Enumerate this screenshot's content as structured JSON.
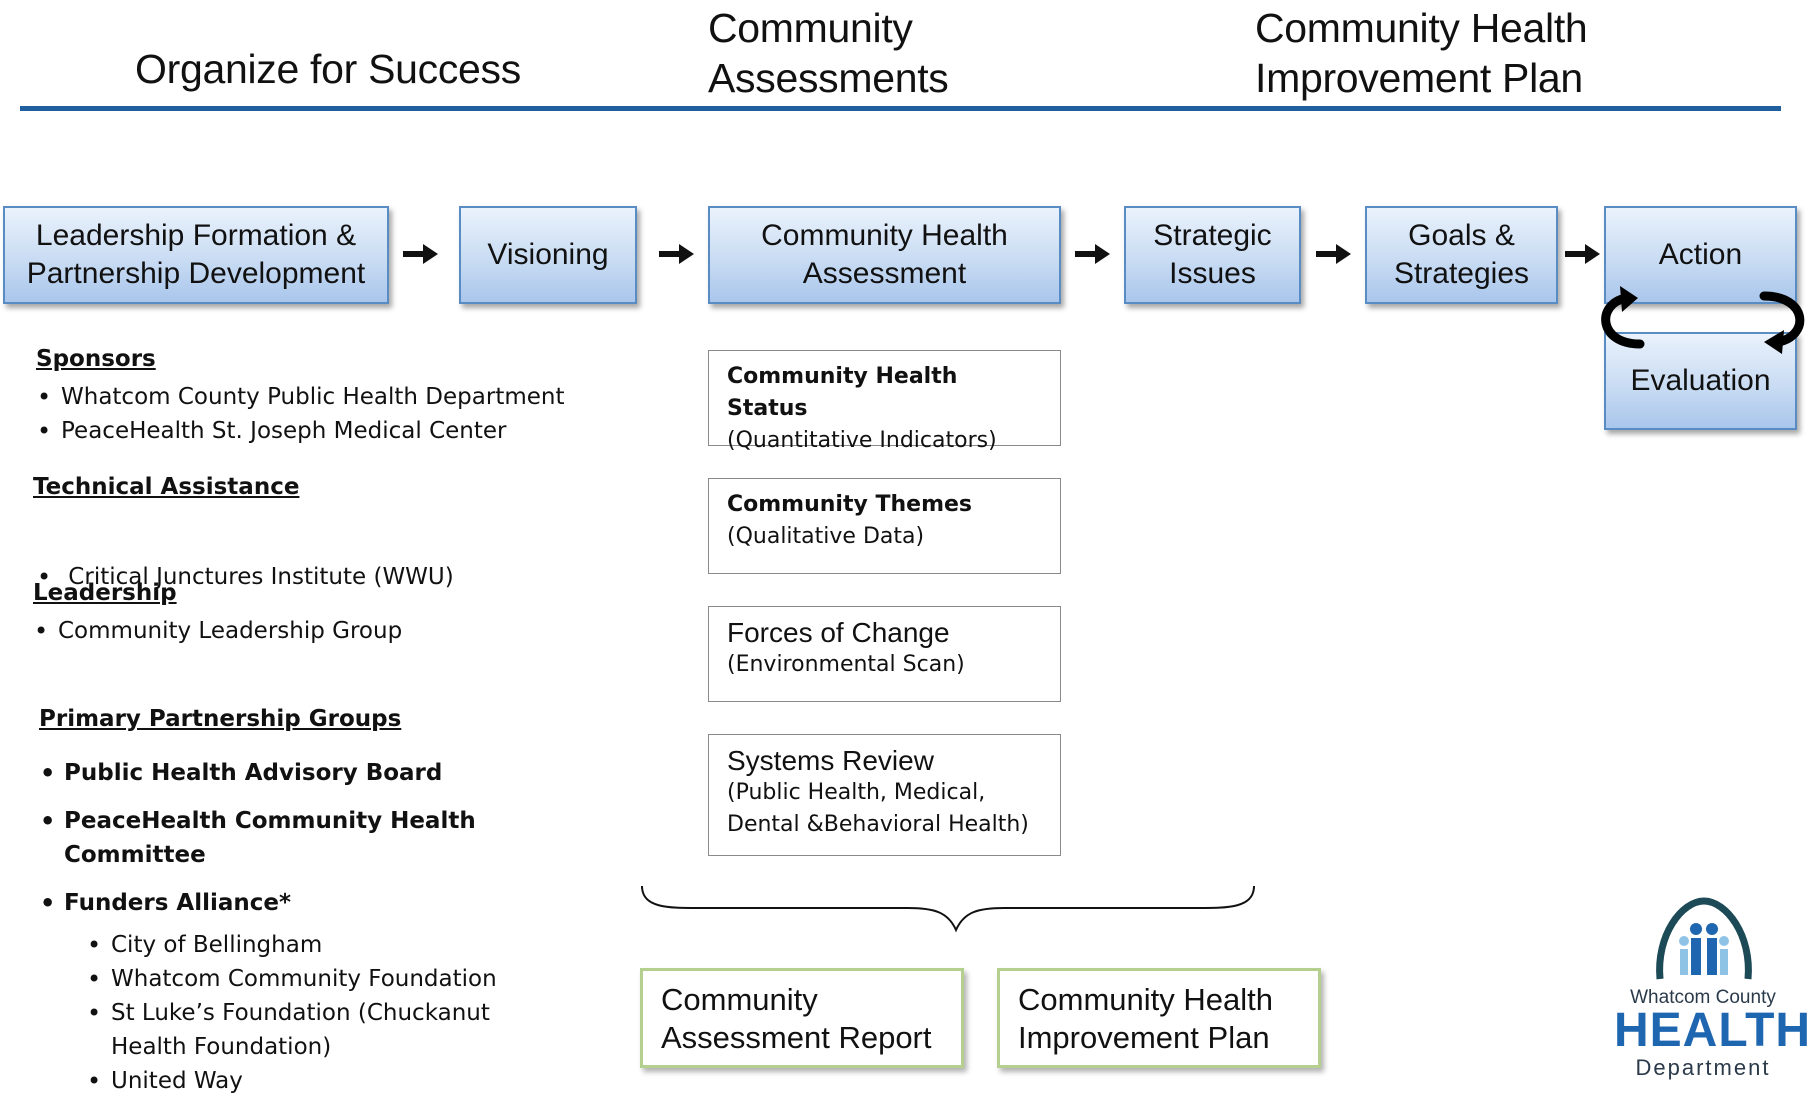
{
  "header": {
    "phase1": "Organize for Success",
    "phase2": "Community\nAssessments",
    "phase3": "Community  Health\nImprovement Plan"
  },
  "steps": {
    "leadership": "Leadership Formation  &\nPartnership Development",
    "visioning": "Visioning",
    "cha": "Community Health\nAssessment",
    "strategic": "Strategic\nIssues",
    "goals": "Goals &\nStrategies",
    "action": "Action",
    "evaluation": "Evaluation"
  },
  "sponsors": {
    "heading": "Sponsors",
    "items": [
      "Whatcom County Public Health Department",
      "PeaceHealth St. Joseph Medical Center"
    ]
  },
  "technical": {
    "heading": "Technical Assistance",
    "items": [
      " Critical Junctures Institute (WWU)"
    ]
  },
  "leadership": {
    "heading": "Leadership",
    "items": [
      "Community Leadership Group"
    ]
  },
  "partners": {
    "heading": "Primary Partnership Groups",
    "items": [
      "Public Health Advisory Board",
      "PeaceHealth Community Health Committee",
      "Funders Alliance*"
    ],
    "funders": [
      "City of Bellingham",
      "Whatcom Community Foundation",
      "St Luke’s Foundation (Chuckanut Health Foundation)",
      "United Way"
    ]
  },
  "assessments": [
    {
      "title": "Community Health Status",
      "sub": "(Quantitative Indicators)"
    },
    {
      "title": "Community Themes",
      "sub": "(Qualitative Data)"
    },
    {
      "title": "Forces of Change",
      "sub": "(Environmental Scan)"
    },
    {
      "title": "Systems Review",
      "sub": "(Public Health, Medical,\nDental &Behavioral Health)"
    }
  ],
  "reports": {
    "assessment": "Community\nAssessment Report",
    "plan": "Community Health\nImprovement Plan"
  },
  "logo": {
    "line1": "Whatcom County",
    "line2": "HEALTH",
    "line3": "Department"
  },
  "colors": {
    "rule": "#1f5f9e",
    "step_border": "#5a8cc4",
    "report_border": "#b5cf8f",
    "logo_blue": "#1f66b0",
    "logo_dark": "#1d4a57",
    "logo_light": "#8fc3e6"
  }
}
